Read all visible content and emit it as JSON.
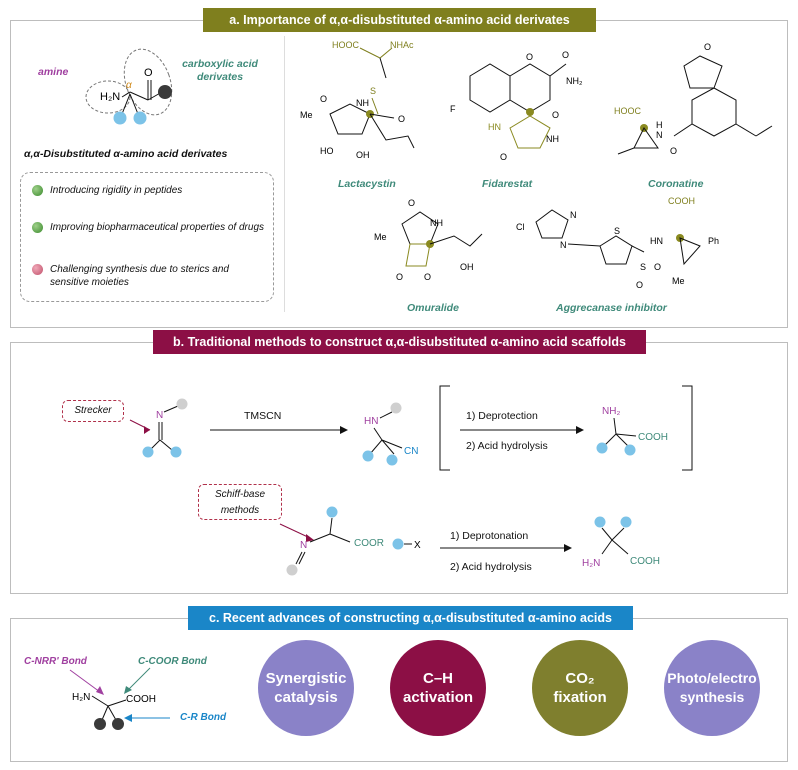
{
  "colors": {
    "olive": "#7f7f1e",
    "maroon": "#8c0f45",
    "blue": "#1a86c8",
    "teal": "#3f8a7a",
    "purple": "#a040a0",
    "lavender": "#8a82c8",
    "lightblue": "#7cc3e8",
    "ball_dark": "#3a3a3a"
  },
  "section_a": {
    "header": "a. Importance of α,α-disubstituted  α-amino acid derivates",
    "amine": "amine",
    "carboxylic": "carboxylic acid derivates",
    "subtitle": "α,α-Disubstituted α-amino acid derivates",
    "bullets": [
      {
        "text": "Introducing rigidity in peptides",
        "color": "#3a8a2c"
      },
      {
        "text": "Improving biopharmaceutical properties of drugs",
        "color": "#3a8a2c"
      },
      {
        "text": "Challenging synthesis due to sterics and sensitive moieties",
        "color": "#c0506a"
      }
    ],
    "molecules": [
      "Lactacystin",
      "Fidarestat",
      "Coronatine",
      "Omuralide",
      "Aggrecanase inhibitor"
    ]
  },
  "section_b": {
    "header": "b. Traditional methods to construct α,α-disubstituted  α-amino acid scaffolds",
    "strecker": "Strecker",
    "reagent": "TMSCN",
    "step1_1": "1) Deprotection",
    "step1_2": "2) Acid hydrolysis",
    "schiff": "Schiff-base methods",
    "step2_1": "1) Deprotonation",
    "step2_2": "2) Acid hydrolysis"
  },
  "section_c": {
    "header": "c. Recent advances of constructing α,α-disubstituted  α-amino acids",
    "bond_nrr": "C-NRR' Bond",
    "bond_coor": "C-COOR Bond",
    "bond_cr": "C-R Bond",
    "circles": [
      {
        "label": "Synergistic catalysis",
        "color": "#8a82c8"
      },
      {
        "label": "C–H activation",
        "color": "#8c0f45"
      },
      {
        "label": "CO₂ fixation",
        "color": "#7f7f2e"
      },
      {
        "label": "Photo/electro synthesis",
        "color": "#8a82c8"
      }
    ]
  }
}
